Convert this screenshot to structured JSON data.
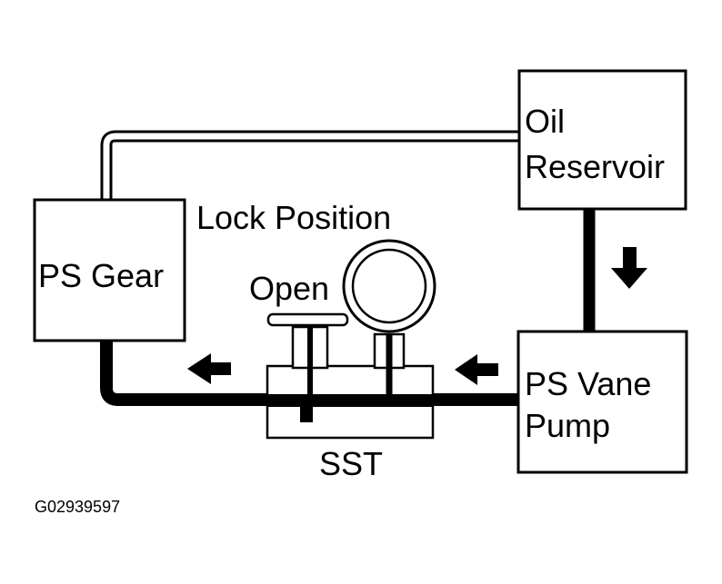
{
  "diagram": {
    "labels": {
      "oil_line1": "Oil",
      "oil_line2": "Reservoir",
      "ps_gear": "PS Gear",
      "lock_position": "Lock Position",
      "open": "Open",
      "vane_line1": "PS Vane",
      "vane_line2": "Pump",
      "sst": "SST",
      "figure_code": "G02939597"
    },
    "colors": {
      "line": "#000000",
      "background": "#ffffff"
    }
  }
}
